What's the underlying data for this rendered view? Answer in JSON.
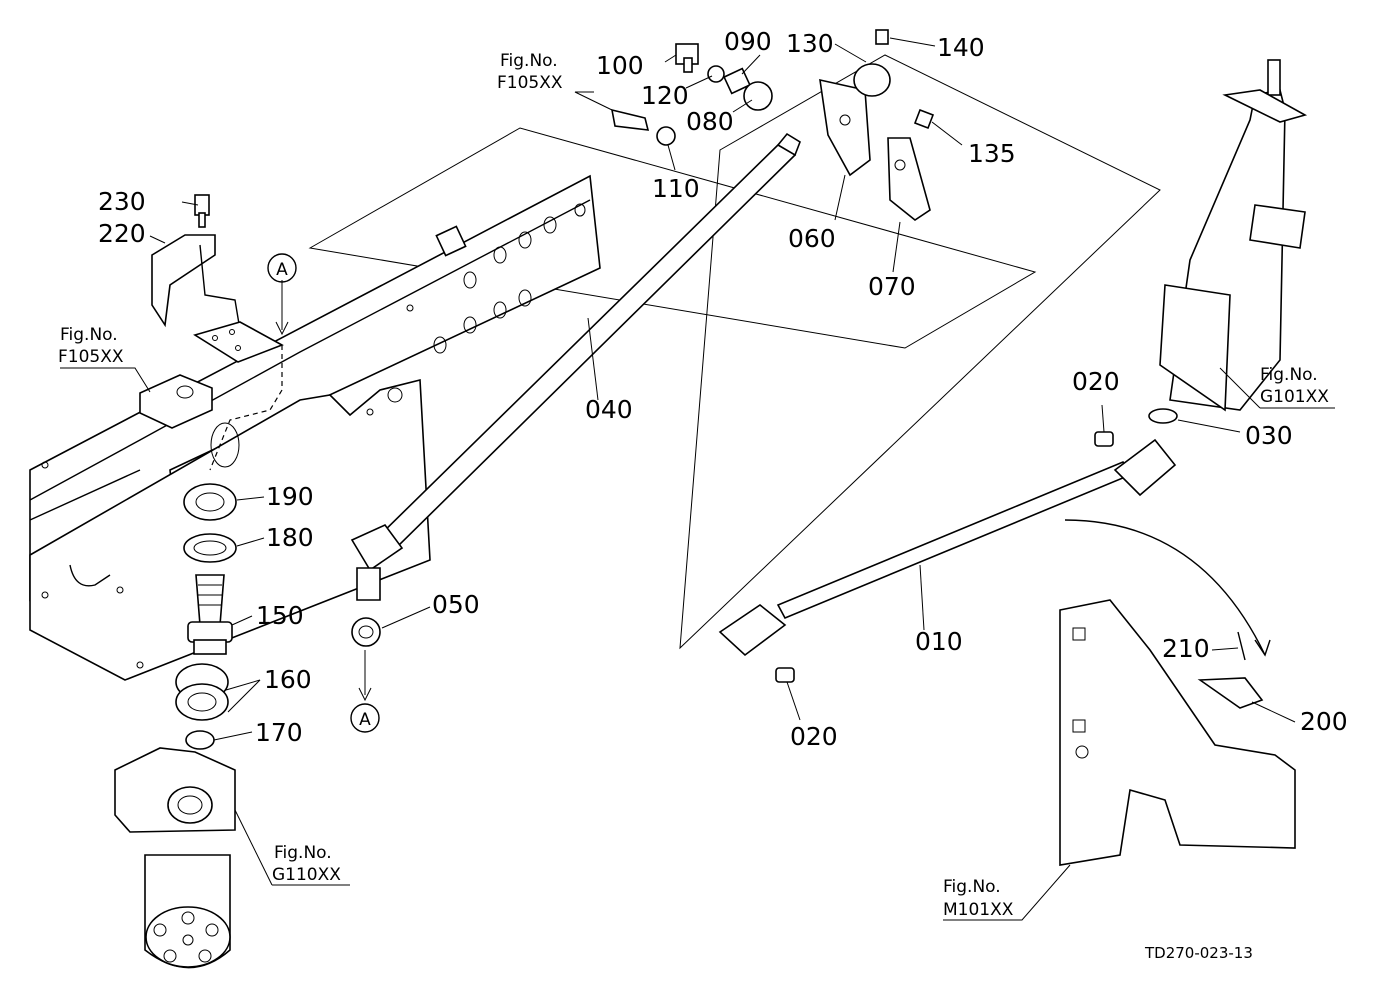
{
  "drawing_code": "TD270-023-13",
  "callouts": {
    "p010": "010",
    "p020a": "020",
    "p020b": "020",
    "p030": "030",
    "p040": "040",
    "p050": "050",
    "p060": "060",
    "p070": "070",
    "p080": "080",
    "p090": "090",
    "p100": "100",
    "p110": "110",
    "p120": "120",
    "p130": "130",
    "p135": "135",
    "p140": "140",
    "p150": "150",
    "p160": "160",
    "p170": "170",
    "p180": "180",
    "p190": "190",
    "p200": "200",
    "p210": "210",
    "p220": "220",
    "p230": "230"
  },
  "ref_markers": {
    "a_top": "A",
    "a_bottom": "A"
  },
  "fig_refs": [
    {
      "title": "Fig.No.",
      "code": "F105XX"
    },
    {
      "title": "Fig.No.",
      "code": "F105XX"
    },
    {
      "title": "Fig.No.",
      "code": "G101XX"
    },
    {
      "title": "Fig.No.",
      "code": "G110XX"
    },
    {
      "title": "Fig.No.",
      "code": "M101XX"
    }
  ]
}
